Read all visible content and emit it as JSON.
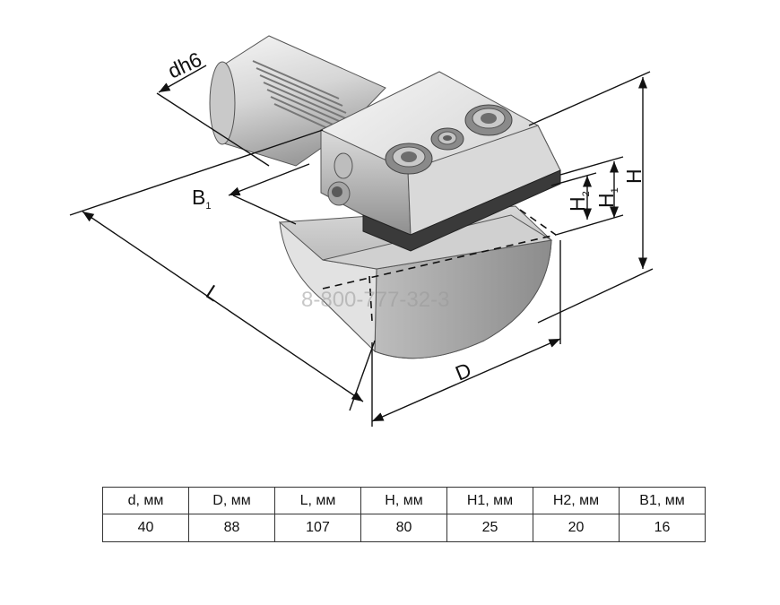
{
  "drawing": {
    "labels": {
      "d": "dh6",
      "b1_main": "B",
      "b1_sub": "1",
      "l": "L",
      "dd": "D",
      "h": "H",
      "h1_main": "H",
      "h1_sub": "1",
      "h2_main": "H",
      "h2_sub": "2"
    },
    "watermark": "8-800-777-32-3"
  },
  "table": {
    "headers": [
      "d, мм",
      "D, мм",
      "L, мм",
      "H, мм",
      "H1, мм",
      "H2, мм",
      "B1, мм"
    ],
    "values": [
      "40",
      "88",
      "107",
      "80",
      "25",
      "20",
      "16"
    ]
  }
}
